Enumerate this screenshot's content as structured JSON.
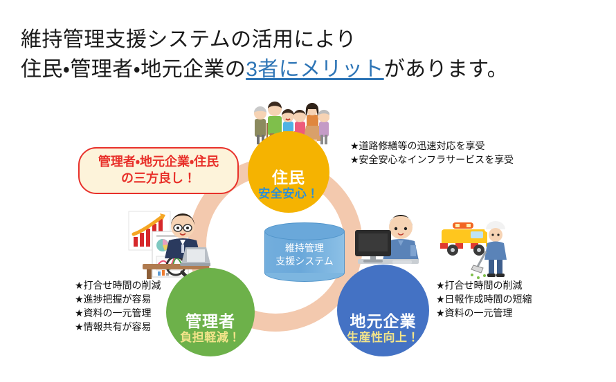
{
  "title": {
    "line1": "維持管理支援システムの活用により",
    "line2_before": "住民・管理者・地元企業の",
    "line2_highlight": "3者にメリット",
    "line2_after": "があります。"
  },
  "callout": {
    "line1": "管理者・地元企業・住民",
    "line2": "の三方良し！"
  },
  "center": {
    "system_line1": "維持管理",
    "system_line2": "支援システム"
  },
  "roles": {
    "resident": {
      "name": "住民",
      "sub": "安全安心！",
      "color": "#F5B301",
      "sub_color": "#2A8ED6"
    },
    "manager": {
      "name": "管理者",
      "sub": "負担軽減！",
      "color": "#6DB14A",
      "sub_color": "#F2E48A"
    },
    "company": {
      "name": "地元企業",
      "sub": "生産性向上！",
      "color": "#4472C4",
      "sub_color": "#F2E48A"
    }
  },
  "benefits": {
    "resident": [
      "★道路修繕等の迅速対応を享受",
      "★安全安心なインフラサービスを享受"
    ],
    "manager": [
      "★打合せ時間の削減",
      "★進捗把握が容易",
      "★資料の一元管理",
      "★情報共有が容易"
    ],
    "company": [
      "★打合せ時間の削減",
      "★日報作成時間の短縮",
      "★資料の一元管理"
    ]
  },
  "colors": {
    "ring": "#F3C9AE",
    "callout_border": "#E8302A",
    "callout_bg": "#FDF3DA",
    "callout_text": "#E8302A",
    "title_highlight": "#2E75B6",
    "database": "#6AA8DA"
  }
}
